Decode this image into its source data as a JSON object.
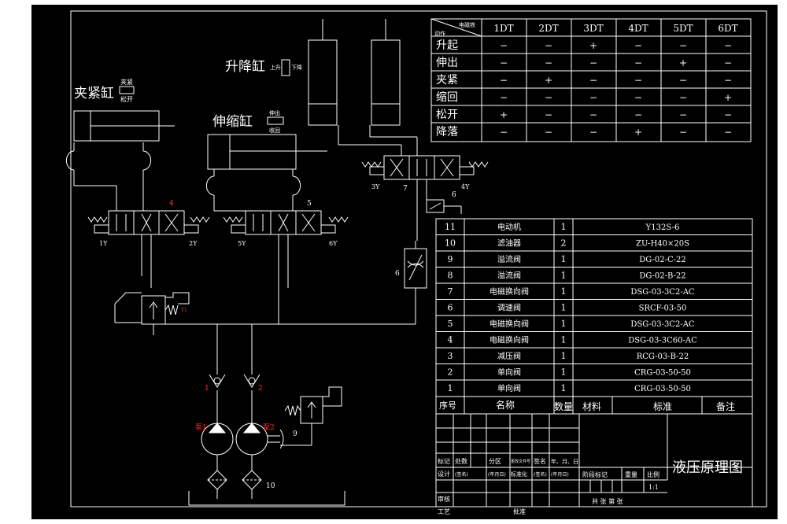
{
  "labels": {
    "clamp_cyl": "夹紧缸",
    "clamp_in": "夹紧",
    "clamp_out": "松开",
    "lift_cyl": "升降缸",
    "lift_up": "上升",
    "lift_down": "下降",
    "ext_cyl": "伸缩缸",
    "ext_out": "伸出",
    "ext_in": "收回"
  },
  "components": {
    "v4": "4",
    "v4_left": "1Y",
    "v4_right": "2Y",
    "v5": "5",
    "v5_left": "5Y",
    "v5_right": "6Y",
    "v7": "7",
    "v7_left": "3Y",
    "v7_right": "4Y",
    "c6a": "6",
    "c6b": "6",
    "c9": "9",
    "c10": "10",
    "check1": "1",
    "check2": "2",
    "pump1": "泵1",
    "pump2": "泵2",
    "reducing_tag": "Y1"
  },
  "action_table": {
    "corner_top": "电磁铁",
    "corner_bottom": "动作",
    "columns": [
      "1DT",
      "2DT",
      "3DT",
      "4DT",
      "5DT",
      "6DT"
    ],
    "rows": [
      {
        "action": "升起",
        "cells": [
          "−",
          "−",
          "+",
          "−",
          "−",
          "−"
        ]
      },
      {
        "action": "伸出",
        "cells": [
          "−",
          "−",
          "−",
          "−",
          "+",
          "−"
        ]
      },
      {
        "action": "夹紧",
        "cells": [
          "−",
          "+",
          "−",
          "−",
          "−",
          "−"
        ]
      },
      {
        "action": "缩回",
        "cells": [
          "−",
          "−",
          "−",
          "−",
          "−",
          "+"
        ]
      },
      {
        "action": "松开",
        "cells": [
          "+",
          "−",
          "−",
          "−",
          "−",
          "−"
        ]
      },
      {
        "action": "降落",
        "cells": [
          "−",
          "−",
          "−",
          "+",
          "−",
          "−"
        ]
      }
    ]
  },
  "parts_table": {
    "rows": [
      {
        "no": "11",
        "name": "电动机",
        "qty": "1",
        "spec": "Y132S-6"
      },
      {
        "no": "10",
        "name": "滤油器",
        "qty": "2",
        "spec": "ZU-H40×20S"
      },
      {
        "no": "9",
        "name": "溢流阀",
        "qty": "1",
        "spec": "DG-02-C-22"
      },
      {
        "no": "8",
        "name": "溢流阀",
        "qty": "1",
        "spec": "DG-02-B-22"
      },
      {
        "no": "7",
        "name": "电磁换向阀",
        "qty": "1",
        "spec": "DSG-03-3C2-AC"
      },
      {
        "no": "6",
        "name": "调速阀",
        "qty": "1",
        "spec": "SRCF-03-50"
      },
      {
        "no": "5",
        "name": "电磁换向阀",
        "qty": "1",
        "spec": "DSG-03-3C2-AC"
      },
      {
        "no": "4",
        "name": "电磁换向阀",
        "qty": "1",
        "spec": "DSG-03-3C60-AC"
      },
      {
        "no": "3",
        "name": "减压阀",
        "qty": "1",
        "spec": "RCG-03-B-22"
      },
      {
        "no": "2",
        "name": "单向阀",
        "qty": "1",
        "spec": "CRG-03-50-50"
      },
      {
        "no": "1",
        "name": "单向阀",
        "qty": "1",
        "spec": "CRG-03-50-50"
      }
    ],
    "header": {
      "no": "序号",
      "name": "名称",
      "qty": "数量",
      "material": "材料",
      "std": "标准",
      "note": "备注"
    }
  },
  "title_block": {
    "title": "液压原理图",
    "mark": "标记",
    "place": "处数",
    "zone": "分区",
    "docno": "更改文件号",
    "sign": "签名",
    "date": "年、月、日",
    "design": "设计",
    "sig1": "(签名)",
    "date1": "(年月日)",
    "stdz": "标准化",
    "sig2": "(签名)",
    "date2": "(年月日)",
    "check": "审核",
    "craft": "工艺",
    "approve": "批准",
    "stage": "阶段标记",
    "weight": "重量",
    "scale": "比例",
    "scale_val": "1:1",
    "sheets": "共  张  第  张"
  }
}
